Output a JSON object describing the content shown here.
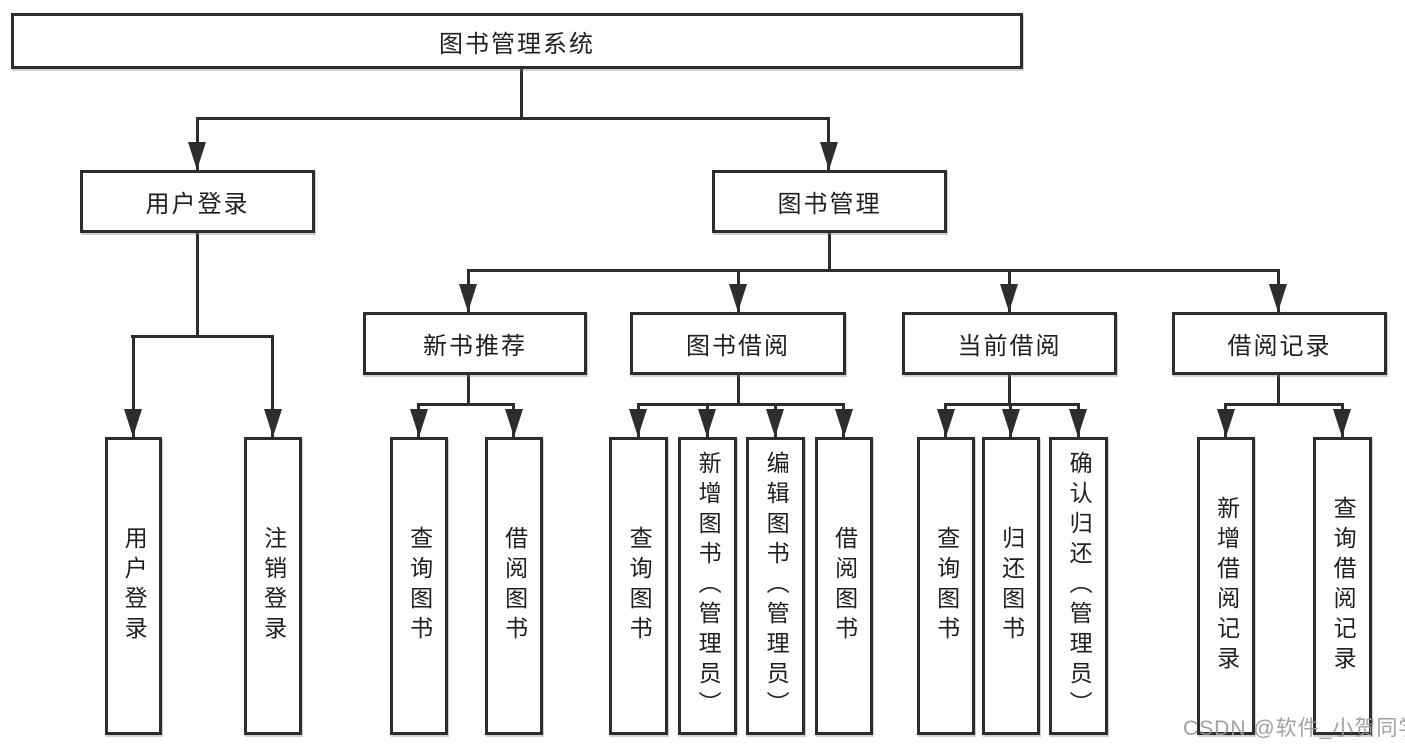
{
  "colors": {
    "background": "#ffffff",
    "line": "#2d2d2d",
    "box_border": "#2d2d2d",
    "text": "#1f1f1f",
    "watermark": "#9a9a9a"
  },
  "tree": {
    "label": "图书管理系统",
    "children": [
      {
        "label": "用户登录",
        "children": [
          {
            "label": "用户登录"
          },
          {
            "label": "注销登录"
          }
        ]
      },
      {
        "label": "图书管理",
        "children": [
          {
            "label": "新书推荐",
            "children": [
              {
                "label": "查询图书"
              },
              {
                "label": "借阅图书"
              }
            ]
          },
          {
            "label": "图书借阅",
            "children": [
              {
                "label": "查询图书"
              },
              {
                "label": "新增图书（管理员）"
              },
              {
                "label": "编辑图书（管理员）"
              },
              {
                "label": "借阅图书"
              }
            ]
          },
          {
            "label": "当前借阅",
            "children": [
              {
                "label": "查询图书"
              },
              {
                "label": "归还图书"
              },
              {
                "label": "确认归还（管理员）"
              }
            ]
          },
          {
            "label": "借阅记录",
            "children": [
              {
                "label": "新增借阅记录"
              },
              {
                "label": "查询借阅记录"
              }
            ]
          }
        ]
      }
    ]
  },
  "watermark": "CSDN @软件_小贺同学"
}
